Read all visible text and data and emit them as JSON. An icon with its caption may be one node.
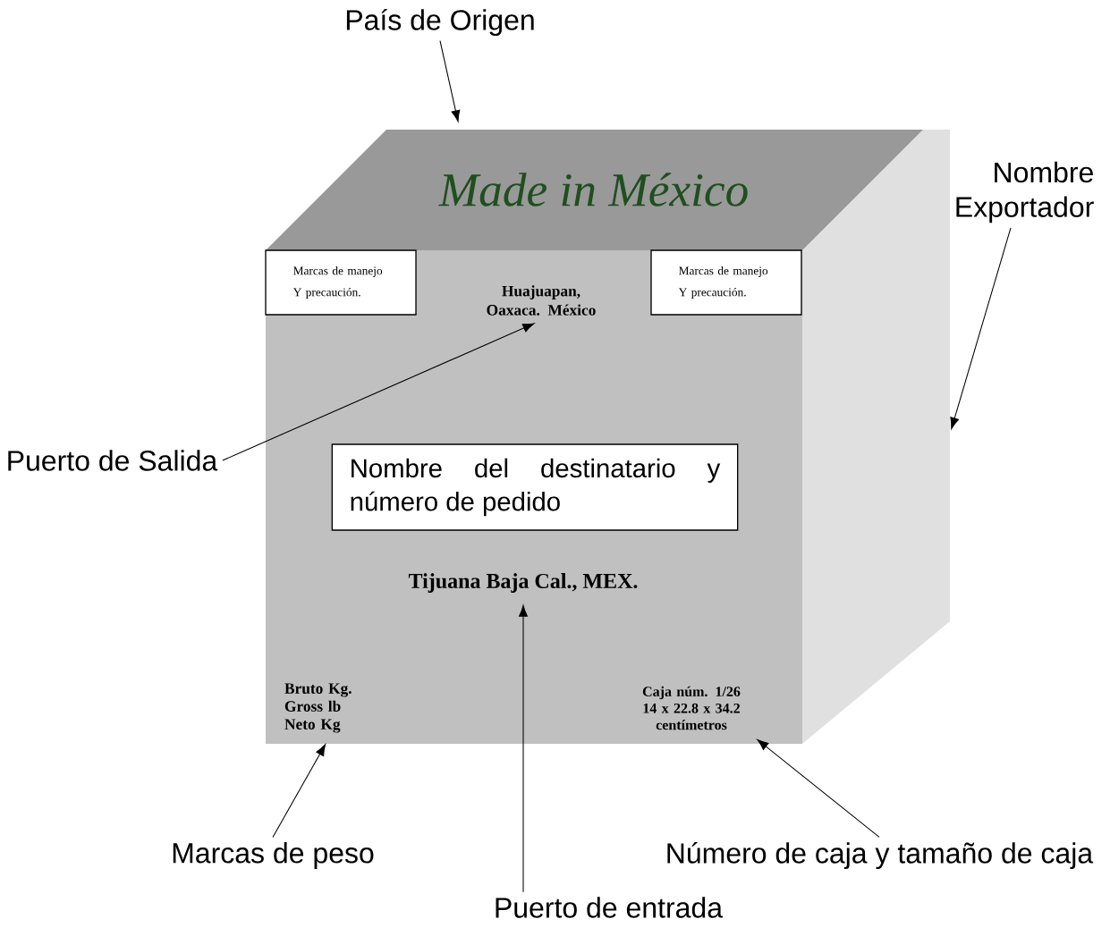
{
  "diagram": {
    "nodes": [
      {
        "text": [
          "País de Origen"
        ]
      },
      {
        "text": [
          "Made in México"
        ]
      },
      {
        "text": [],
        "shape": "box"
      },
      {
        "text": [
          "Marcas de manejo Y precaución."
        ],
        "in": 2
      },
      {
        "text": [
          "Marcas de manejo Y precaución."
        ],
        "in": 2
      },
      {
        "text": [
          "Huajuapan, Oaxaca. México"
        ],
        "in": 2
      },
      {
        "text": [
          "Nombre del destinatario y número de pedido"
        ],
        "in": 2
      },
      {
        "text": [
          "Tijuana Baja Cal., MEX."
        ],
        "in": 2
      },
      {
        "text": [
          "Bruto Kg. Gross lb Neto Kg"
        ],
        "in": 2
      },
      {
        "text": [
          "Caja núm. 1/26 14 x 22.8 x 34.2 centímetros"
        ],
        "in": 2
      },
      {
        "text": [],
        "shape": "box"
      },
      {
        "text": [
          "Nombre Exportador"
        ]
      },
      {
        "text": [
          "Puerto de Salida"
        ]
      },
      {
        "text": [
          "Marcas de peso"
        ]
      },
      {
        "text": [
          "Puerto de entrada"
        ]
      },
      {
        "text": [
          "Número de caja y tamaño de caja"
        ]
      }
    ],
    "edges": [
      {
        "from": 0,
        "to": 1,
        "arrow": "to"
      },
      {
        "from": 11,
        "to": 10,
        "arrow": "to"
      },
      {
        "from": 12,
        "to": 5,
        "arrow": "to"
      },
      {
        "from": 13,
        "to": 8,
        "arrow": "to"
      },
      {
        "from": 14,
        "to": 7,
        "arrow": "to"
      },
      {
        "from": 15,
        "to": 9,
        "arrow": "to"
      }
    ]
  }
}
